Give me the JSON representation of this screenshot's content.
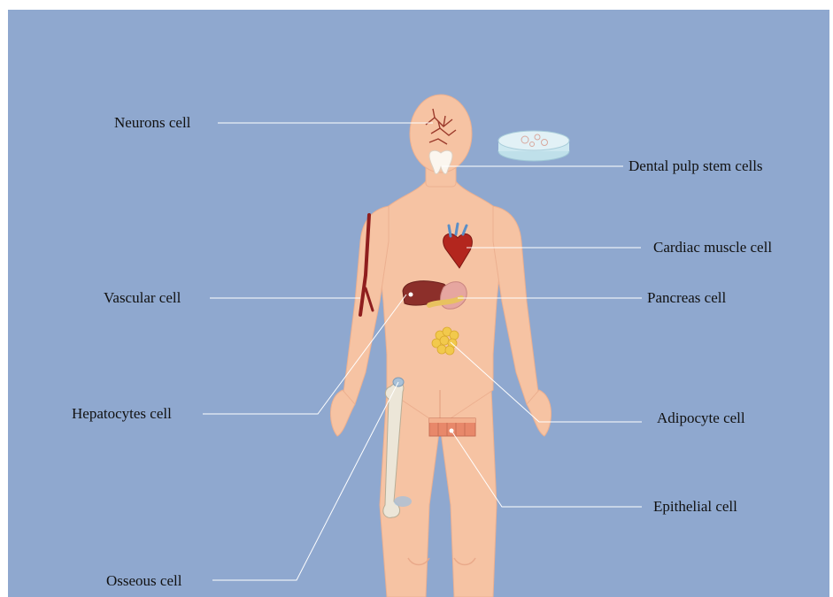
{
  "colors": {
    "background": "#8fa8cf",
    "skin": "#f6c3a3",
    "skin_shade": "#e9a98a",
    "leader_line": "#ffffff"
  },
  "labels": {
    "neurons": "Neurons cell",
    "dental_pulp": "Dental pulp stem cells",
    "cardiac": "Cardiac muscle cell",
    "vascular": "Vascular cell",
    "pancreas": "Pancreas cell",
    "hepatocytes": "Hepatocytes cell",
    "adipocyte": "Adipocyte cell",
    "epithelial": "Epithelial cell",
    "osseous": "Osseous cell"
  },
  "icons": [
    "brain-neurons-icon",
    "tooth-icon",
    "petri-dish-icon",
    "heart-icon",
    "blood-vessel-icon",
    "liver-icon",
    "stomach-pancreas-icon",
    "fat-tissue-icon",
    "epithelium-tissue-icon",
    "femur-bone-icon"
  ]
}
